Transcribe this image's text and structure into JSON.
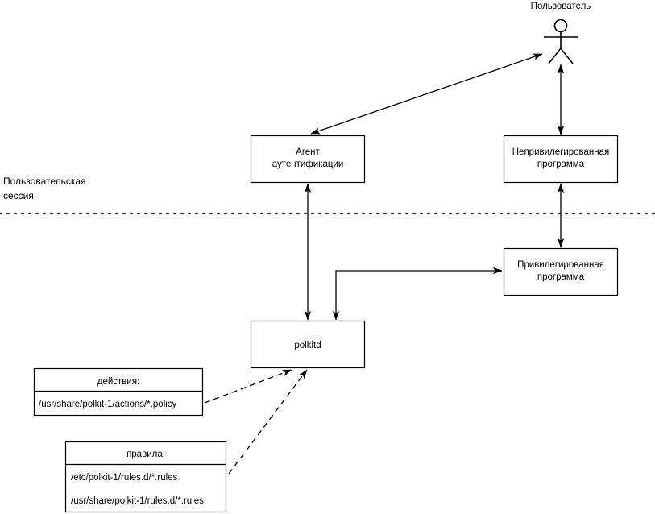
{
  "diagram": {
    "title_actor": "Пользователь",
    "zone_label_line1": "Пользовательская",
    "zone_label_line2": "сессия",
    "nodes": [
      {
        "id": "auth-agent",
        "line1": "Агент",
        "line2": "аутентификации"
      },
      {
        "id": "unprivileged-program",
        "line1": "Непривилегированная",
        "line2": "программа"
      },
      {
        "id": "privileged-program",
        "line1": "Привилегированная",
        "line2": "программа"
      },
      {
        "id": "polkitd",
        "line1": "polkitd",
        "line2": ""
      }
    ],
    "notes": [
      {
        "id": "actions-note",
        "title": "действия:",
        "lines": [
          "/usr/share/polkit-1/actions/*.policy"
        ]
      },
      {
        "id": "rules-note",
        "title": "правила:",
        "lines": [
          "/etc/polkit-1/rules.d/*.rules",
          "/usr/share/polkit-1/rules.d/*.rules"
        ]
      }
    ],
    "colors": {
      "stroke": "#000000",
      "fill": "#ffffff",
      "divider": "#2b2b2b"
    }
  }
}
